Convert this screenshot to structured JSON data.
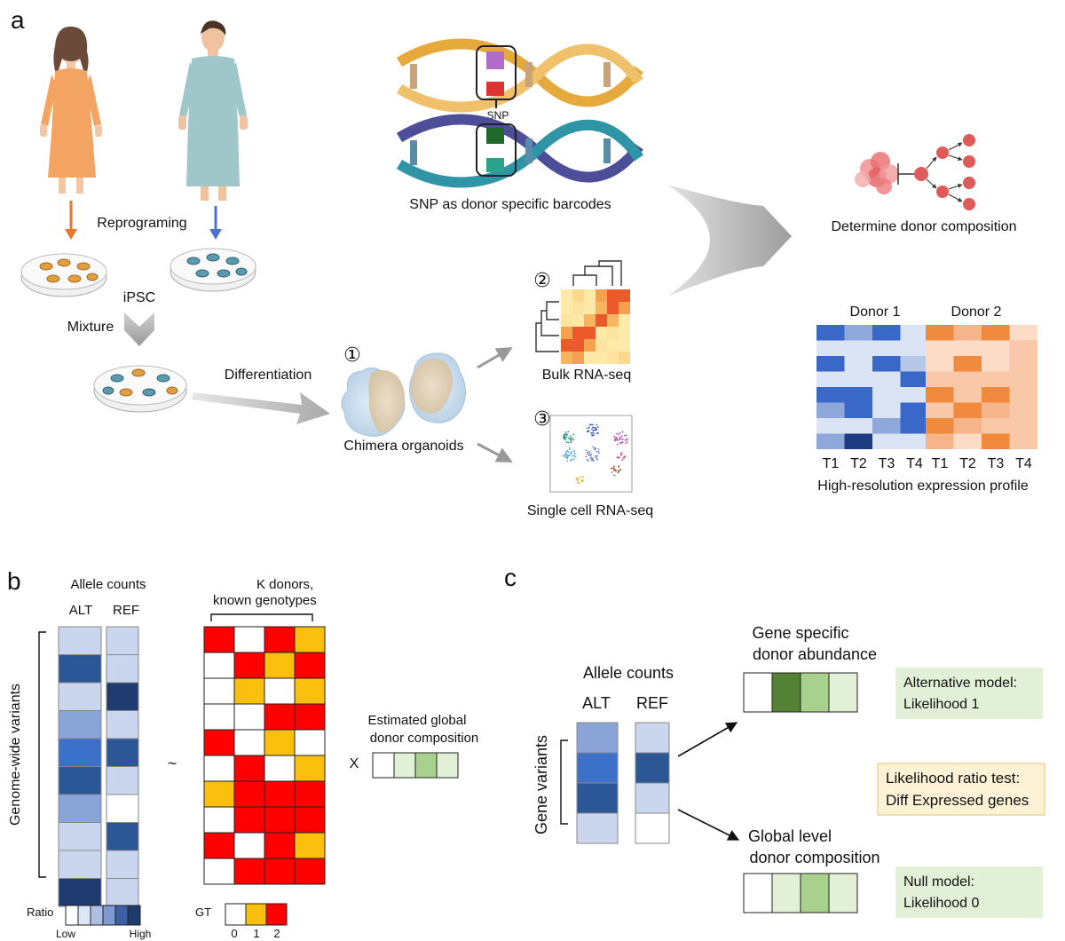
{
  "panel_a": {
    "letter": "a",
    "reprograming": "Reprograming",
    "ipsc": "iPSC",
    "mixture": "Mixture",
    "differentiation": "Differentiation",
    "snp": "SNP",
    "snp_caption": "SNP as donor specific barcodes",
    "circle1": "①",
    "circle2": "②",
    "circle3": "③",
    "chimera": "Chimera organoids",
    "bulk": "Bulk RNA-seq",
    "single_cell": "Single cell RNA-seq",
    "determine": "Determine donor composition",
    "donor1": "Donor 1",
    "donor2": "Donor 2",
    "t_labels": [
      "T1",
      "T2",
      "T3",
      "T4",
      "T1",
      "T2",
      "T3",
      "T4"
    ],
    "profile_caption": "High-resolution expression profile",
    "colors": {
      "female_gown": "#f4a462",
      "male_gown": "#9fc7c9",
      "orange_arrow": "#e8762b",
      "blue_arrow": "#4a74c9"
    }
  },
  "panel_b": {
    "letter": "b",
    "allele_counts": "Allele counts",
    "alt": "ALT",
    "ref": "REF",
    "k_donors_line1": "K donors,",
    "k_donors_line2": "known genotypes",
    "genome_wide": "Genome-wide variants",
    "tilde": "~",
    "x_symbol": "X",
    "estimated_line1": "Estimated global",
    "estimated_line2": "donor composition",
    "ratio": "Ratio",
    "low": "Low",
    "high": "High",
    "gt": "GT",
    "gt_ticks": [
      "0",
      "1",
      "2"
    ],
    "alt_levels": [
      1,
      4,
      1,
      2,
      3,
      4,
      2,
      1,
      1,
      5
    ],
    "ref_levels": [
      1,
      1,
      5,
      1,
      4,
      1,
      0,
      4,
      1,
      1
    ],
    "genotype_matrix": [
      [
        2,
        0,
        2,
        1
      ],
      [
        0,
        2,
        1,
        2
      ],
      [
        0,
        1,
        0,
        1
      ],
      [
        0,
        0,
        2,
        2
      ],
      [
        2,
        0,
        1,
        0
      ],
      [
        0,
        2,
        0,
        1
      ],
      [
        1,
        2,
        2,
        2
      ],
      [
        0,
        2,
        2,
        2
      ],
      [
        2,
        0,
        2,
        1
      ],
      [
        0,
        2,
        2,
        2
      ]
    ],
    "composition_levels": [
      0,
      1,
      2,
      1
    ],
    "colors": {
      "gt0": "#ffffff",
      "gt1": "#fbbf0e",
      "gt2": "#ff0000"
    }
  },
  "panel_c": {
    "letter": "c",
    "allele_counts": "Allele counts",
    "alt": "ALT",
    "ref": "REF",
    "gene_variants": "Gene variants",
    "gene_specific_line1": "Gene specific",
    "gene_specific_line2": "donor abundance",
    "global_line1": "Global level",
    "global_line2": "donor composition",
    "alt_model_line1": "Alternative model:",
    "alt_model_line2": "Likelihood 1",
    "lrt_line1": "Likelihood ratio test:",
    "lrt_line2": "Diff Expressed genes",
    "null_model_line1": "Null model:",
    "null_model_line2": "Likelihood 0",
    "alt_levels": [
      2,
      3,
      4,
      1
    ],
    "ref_levels": [
      1,
      4,
      1,
      0
    ],
    "gene_specific_levels": [
      0,
      3,
      2,
      1
    ],
    "global_levels": [
      0,
      1,
      2,
      1
    ]
  }
}
